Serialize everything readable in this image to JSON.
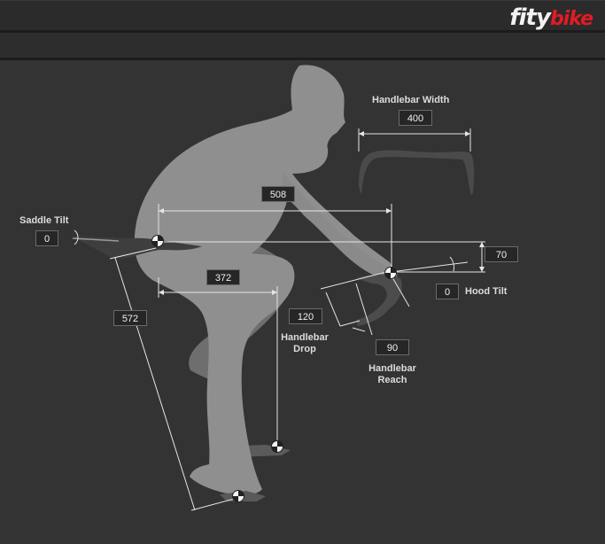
{
  "brand": {
    "logo_main": "fity",
    "logo_accent": "bike",
    "accent_color": "#e31b23"
  },
  "measurements": {
    "handlebar_width": {
      "label": "Handlebar Width",
      "value": "400"
    },
    "saddle_to_bar": {
      "value": "508"
    },
    "saddle_tilt": {
      "label": "Saddle Tilt",
      "value": "0"
    },
    "saddle_setback": {
      "value": "372"
    },
    "saddle_height": {
      "value": "572"
    },
    "saddle_bar_drop": {
      "value": "70"
    },
    "hood_tilt": {
      "label": "Hood Tilt",
      "value": "0"
    },
    "handlebar_drop": {
      "label_line1": "Handlebar",
      "label_line2": "Drop",
      "value": "120"
    },
    "handlebar_reach": {
      "label_line1": "Handlebar",
      "label_line2": "Reach",
      "value": "90"
    }
  },
  "icons": [
    "measure-point-icon",
    "handlebar-icon",
    "rider-silhouette"
  ]
}
